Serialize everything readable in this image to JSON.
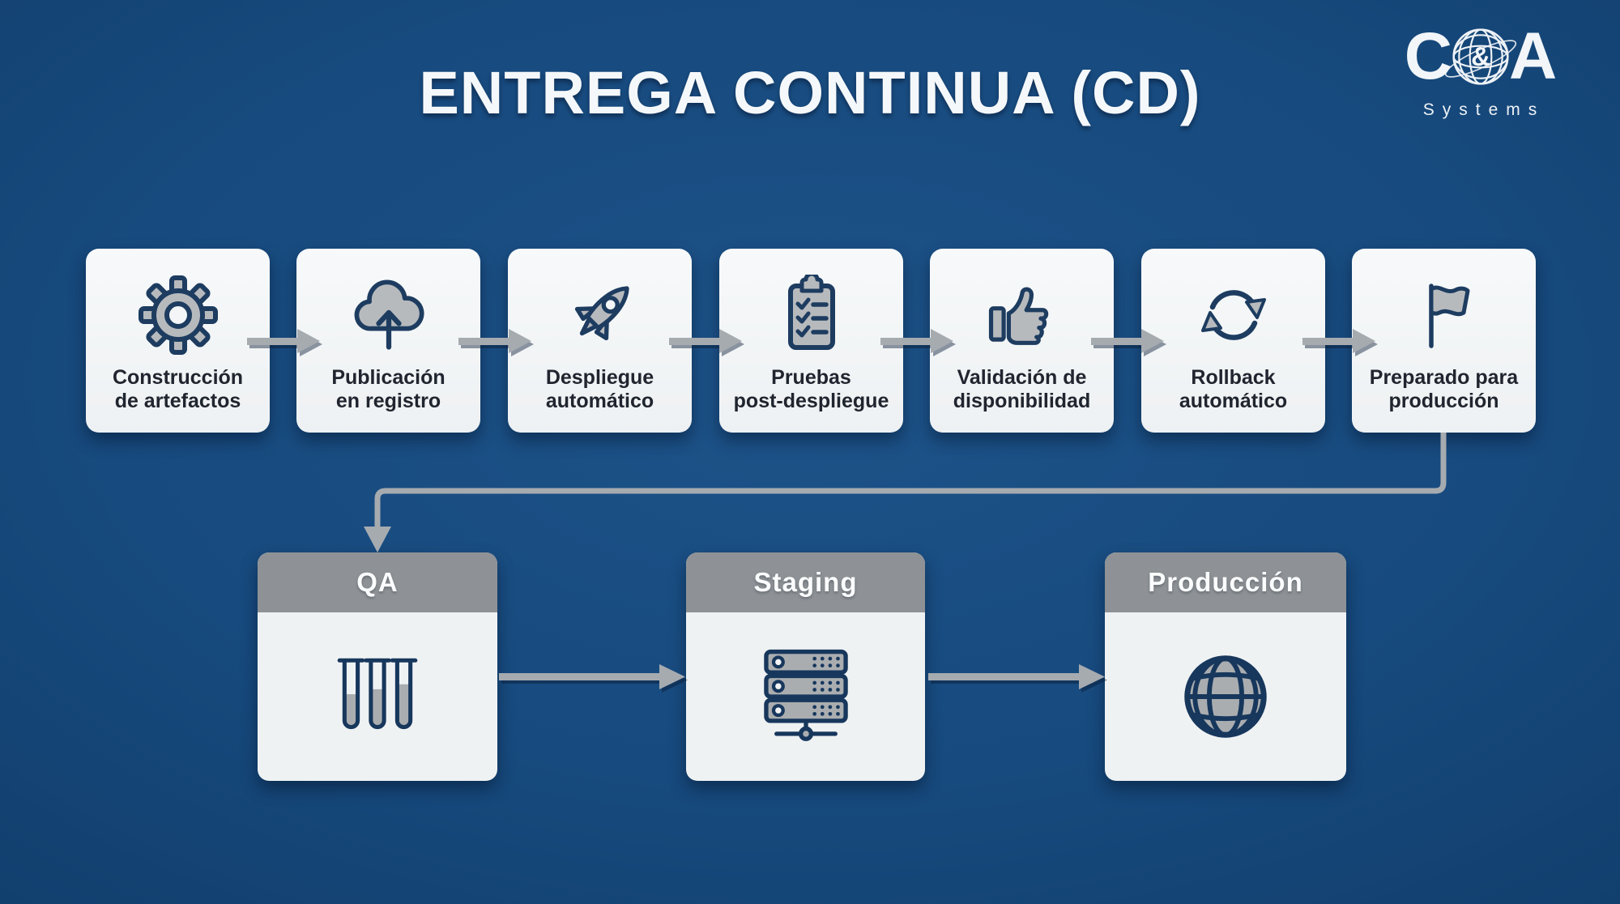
{
  "title": "ENTREGA CONTINUA (CD)",
  "logo": {
    "left": "C",
    "ampersand": "&",
    "right": "A",
    "subtitle": "Systems"
  },
  "pipeline": {
    "steps": [
      {
        "icon": "gear-icon",
        "line1": "Construcción",
        "line2": "de artefactos"
      },
      {
        "icon": "cloud-upload-icon",
        "line1": "Publicación",
        "line2": "en registro"
      },
      {
        "icon": "rocket-icon",
        "line1": "Despliegue",
        "line2": "automático"
      },
      {
        "icon": "checklist-icon",
        "line1": "Pruebas",
        "line2": "post-despliegue"
      },
      {
        "icon": "thumbs-up-icon",
        "line1": "Validación de",
        "line2": "disponibilidad"
      },
      {
        "icon": "sync-icon",
        "line1": "Rollback",
        "line2": "automático"
      },
      {
        "icon": "flag-icon",
        "line1": "Preparado para",
        "line2": "producción"
      }
    ]
  },
  "environments": [
    {
      "icon": "test-tubes-icon",
      "name": "QA"
    },
    {
      "icon": "server-rack-icon",
      "name": "Staging"
    },
    {
      "icon": "globe-icon",
      "name": "Producción"
    }
  ],
  "colors": {
    "background": "#174a7e",
    "card": "#f2f4f6",
    "icon_fill": "#b7babd",
    "icon_stroke": "#1d3c60",
    "arrow": "#a6abb0",
    "env_header": "#8e9296",
    "title_text": "#f5f8fa",
    "label_text": "#20252f"
  }
}
